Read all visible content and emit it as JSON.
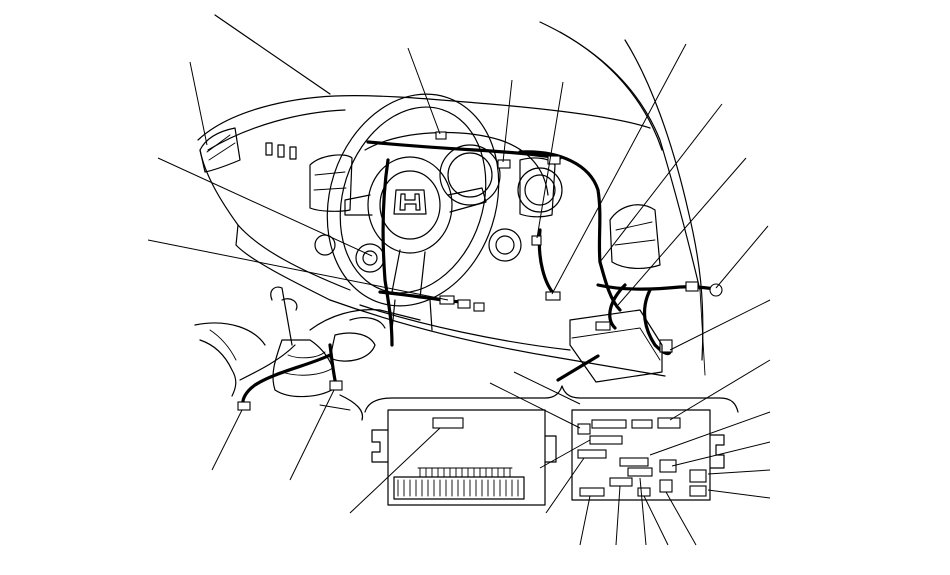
{
  "figure": {
    "kind": "dashboard-wiring-harness-connector-locator",
    "background_color": "#ffffff",
    "line_color": "#000000",
    "logo": "H",
    "callout_count": 26,
    "has_text_labels": false
  }
}
